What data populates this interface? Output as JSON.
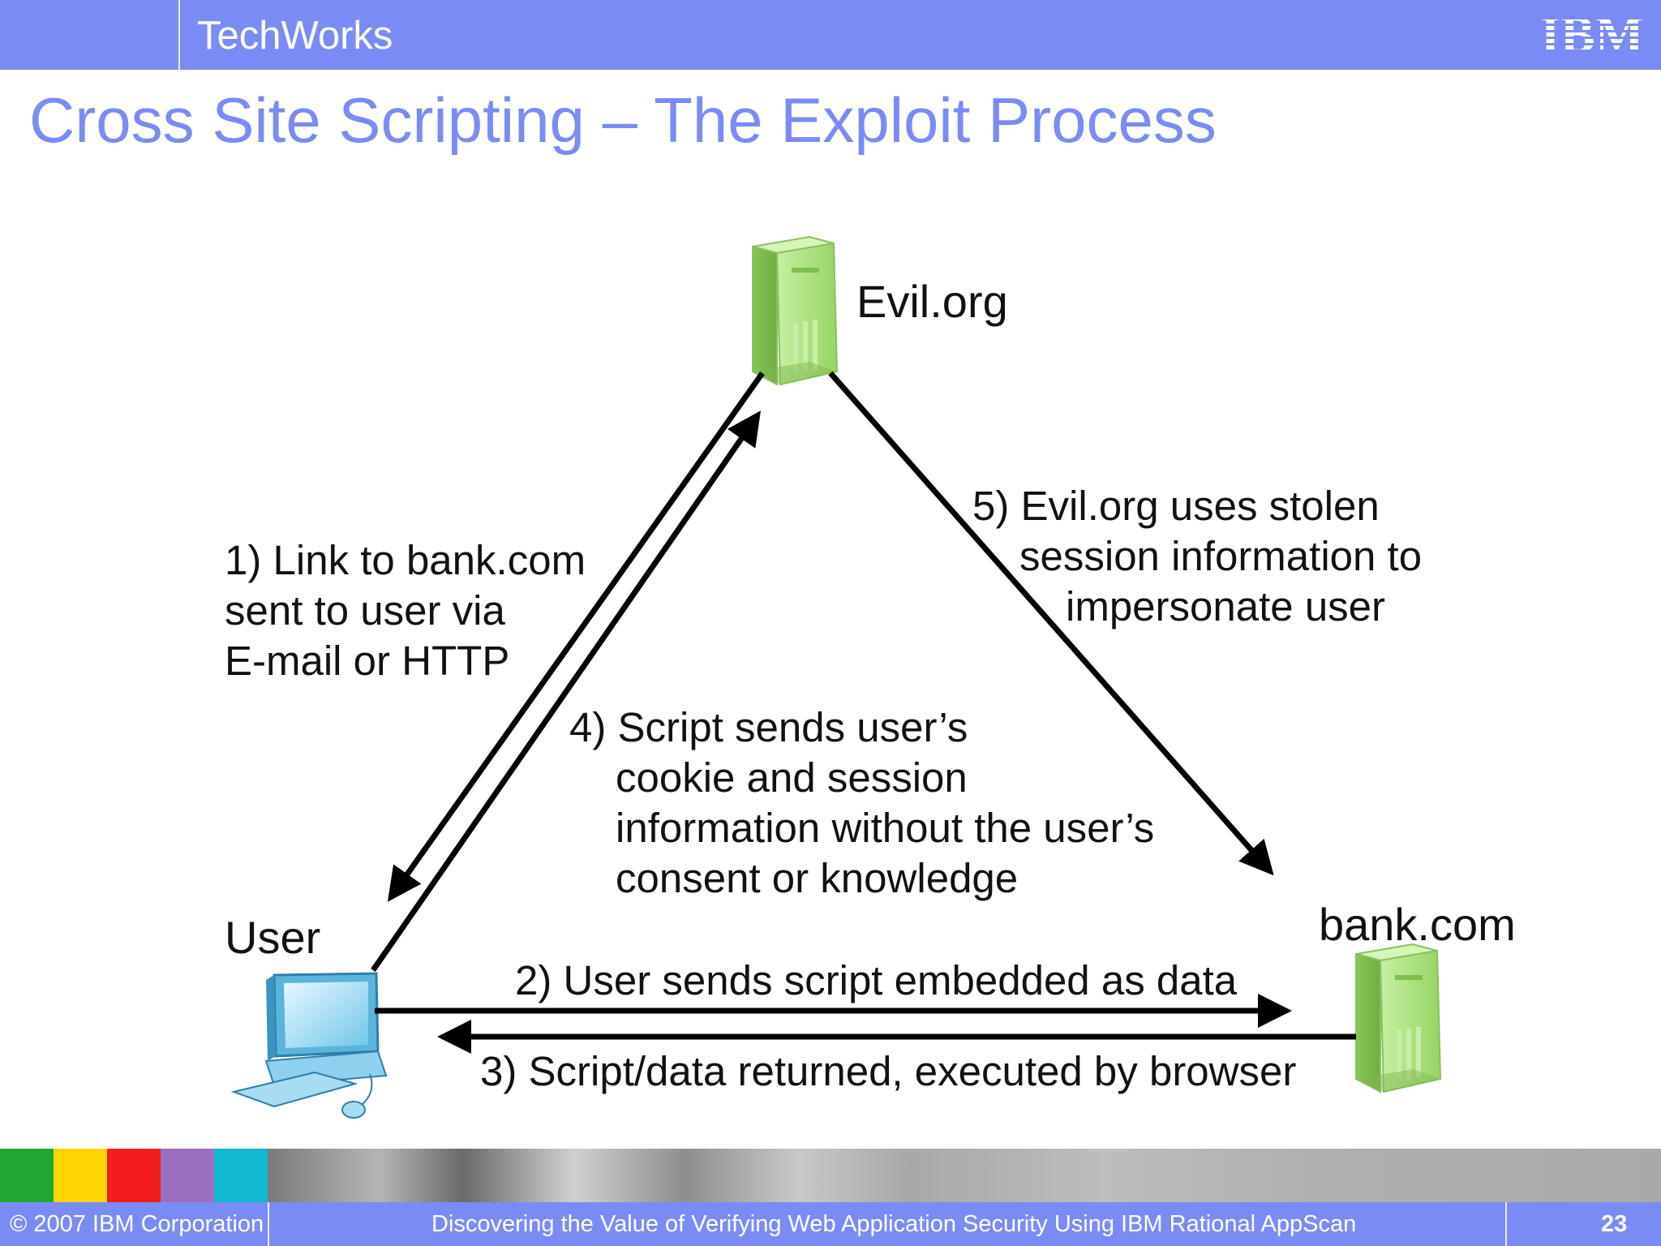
{
  "header": {
    "brand": "TechWorks",
    "logo_text": "IBM"
  },
  "slide": {
    "title": "Cross Site Scripting – The Exploit Process"
  },
  "nodes": {
    "evil": "Evil.org",
    "user": "User",
    "bank": "bank.com"
  },
  "steps": {
    "step1": [
      "1) Link to bank.com",
      "sent to user via",
      "E-mail or HTTP"
    ],
    "step2": "2) User sends script embedded as data",
    "step3": "3) Script/data returned, executed by browser",
    "step4": [
      "4) Script sends user’s",
      "cookie and session",
      "information without the user’s",
      "consent or knowledge"
    ],
    "step5": [
      "5) Evil.org uses stolen",
      "session information to",
      "impersonate user"
    ]
  },
  "colors": {
    "brand_blue": "#7b8bf5",
    "server_green": "#a8dc78",
    "computer_blue": "#8fd6f5",
    "strip_swatches": [
      "#1ea832",
      "#ffd400",
      "#f21c1c",
      "#9a6fc0",
      "#12b8cf"
    ]
  },
  "footer": {
    "copyright": "© 2007 IBM Corporation",
    "presentation": "Discovering the Value of Verifying Web Application Security Using IBM Rational AppScan",
    "page": "23"
  }
}
